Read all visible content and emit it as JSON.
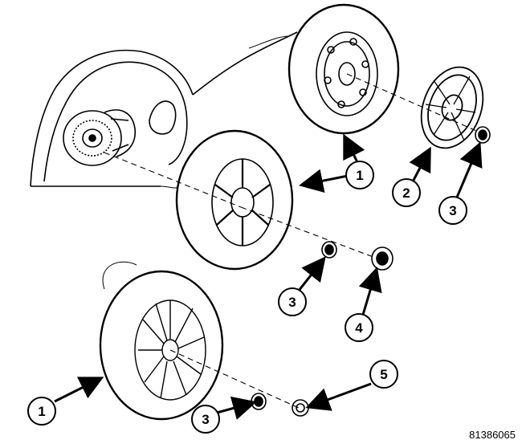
{
  "figure": {
    "id": "81386065",
    "ink_color": "#000000",
    "paper_color": "#ffffff"
  },
  "callouts": [
    {
      "key": "c1a",
      "label": "1"
    },
    {
      "key": "c2",
      "label": "2"
    },
    {
      "key": "c3a",
      "label": "3"
    },
    {
      "key": "c1b",
      "label": "1"
    },
    {
      "key": "c3b",
      "label": "3"
    },
    {
      "key": "c4",
      "label": "4"
    },
    {
      "key": "c5",
      "label": "5"
    },
    {
      "key": "c1c",
      "label": "1"
    },
    {
      "key": "c3c",
      "label": "3"
    }
  ]
}
